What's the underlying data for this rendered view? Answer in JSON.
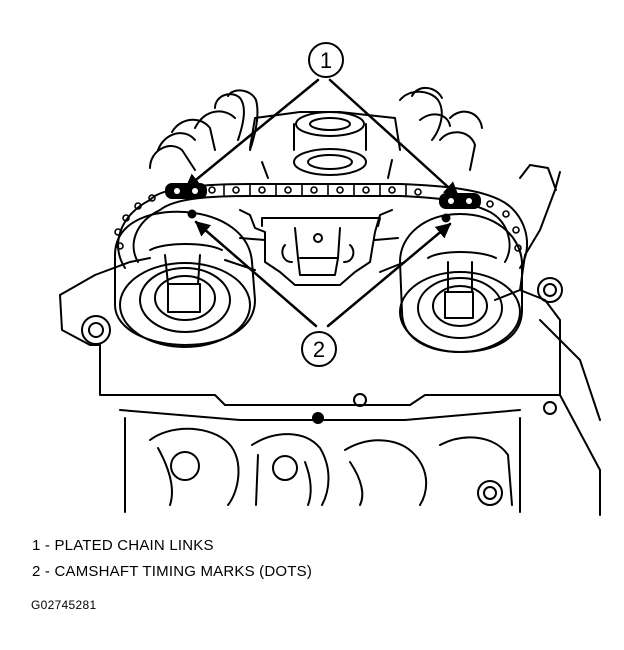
{
  "callouts": [
    {
      "number": "1",
      "label": "PLATED CHAIN LINKS"
    },
    {
      "number": "2",
      "label": "CAMSHAFT TIMING MARKS (DOTS)"
    }
  ],
  "legend": [
    "1 - PLATED CHAIN LINKS",
    "2 - CAMSHAFT TIMING MARKS (DOTS)"
  ],
  "figure_id": "G02745281"
}
